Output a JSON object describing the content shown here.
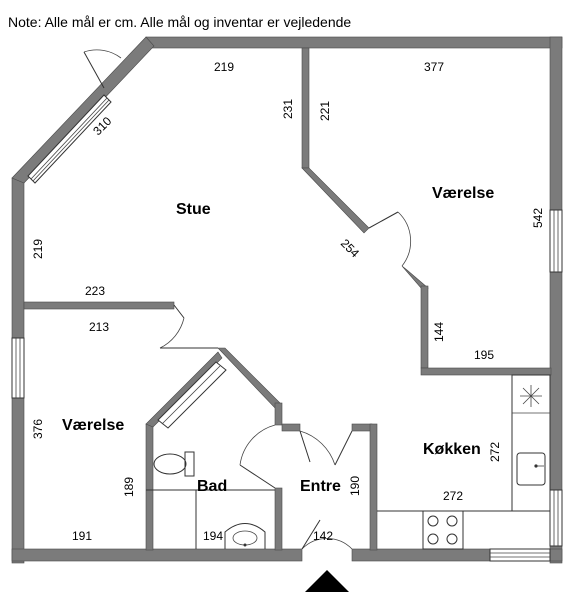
{
  "note": "Note: Alle mål er cm. Alle mål og inventar er vejledende",
  "rooms": {
    "stue": "Stue",
    "vaerelse_top": "Værelse",
    "vaerelse_left": "Værelse",
    "kokken": "Køkken",
    "bad": "Bad",
    "entre": "Entre"
  },
  "dimensions": {
    "d219_top": "219",
    "d377": "377",
    "d310": "310",
    "d231": "231",
    "d221": "221",
    "d219_left": "219",
    "d542": "542",
    "d254": "254",
    "d223": "223",
    "d213": "213",
    "d144": "144",
    "d195": "195",
    "d376": "376",
    "d189": "189",
    "d190": "190",
    "d272_v": "272",
    "d272_h": "272",
    "d191": "191",
    "d194": "194",
    "d142": "142"
  },
  "colors": {
    "wall": "#7b7b7b",
    "entrance_arrow": "#000000"
  },
  "icons": [
    "entrance-arrow-icon",
    "toilet-icon",
    "sink-icon",
    "stove-icon",
    "kitchen-sink-icon",
    "extractor-icon"
  ]
}
